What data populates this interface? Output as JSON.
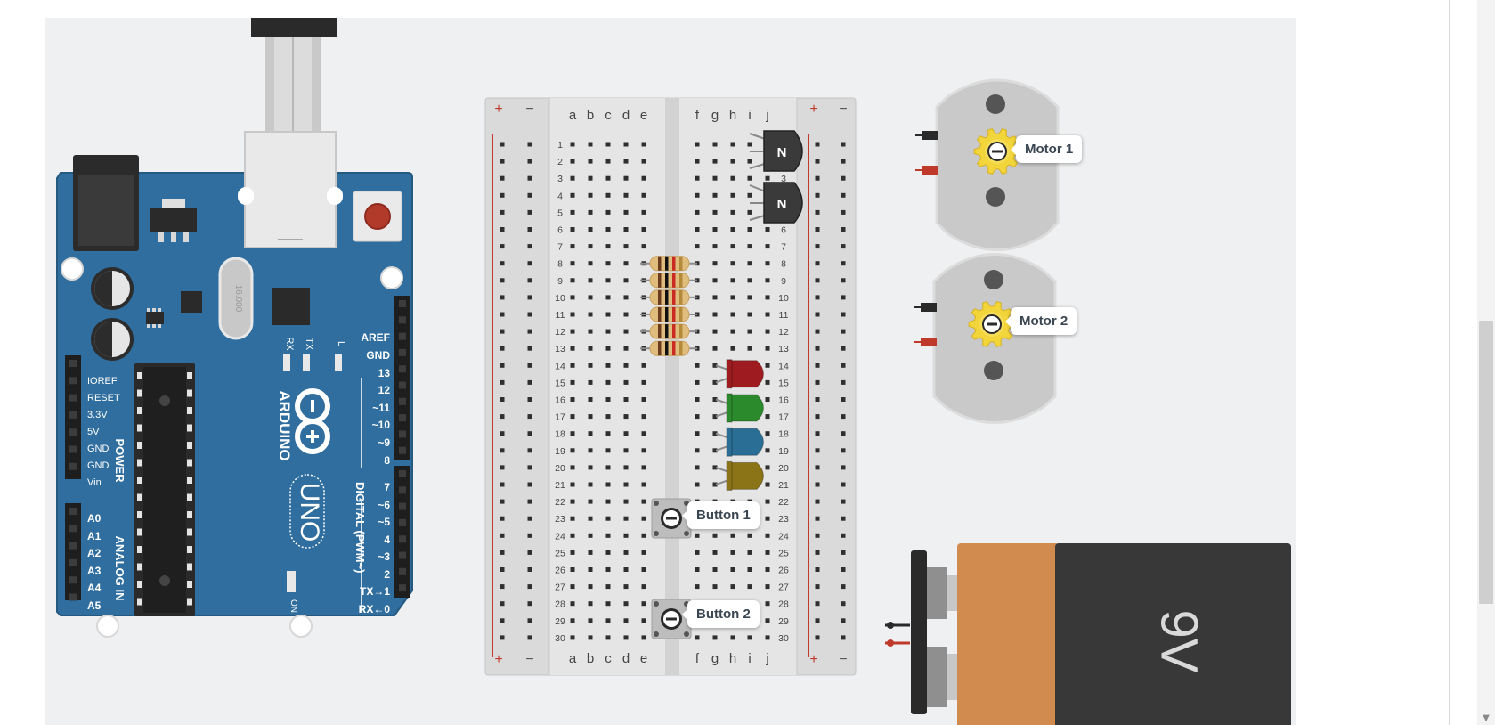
{
  "arduino": {
    "brand": "ARDUINO",
    "model": "UNO",
    "on_label": "ON",
    "crystal": "16.000",
    "leds": [
      "RX",
      "TX",
      "L"
    ],
    "power_header_title": "POWER",
    "power_pins": [
      "IOREF",
      "RESET",
      "3.3V",
      "5V",
      "GND",
      "GND",
      "Vin"
    ],
    "analog_header_title": "ANALOG IN",
    "analog_pins": [
      "A0",
      "A1",
      "A2",
      "A3",
      "A4",
      "A5"
    ],
    "digital_header_title": "DIGITAL (PWM~)",
    "digital_upper_pins": [
      "AREF",
      "GND",
      "13",
      "12",
      "~11",
      "~10",
      "~9",
      "8"
    ],
    "digital_lower_pins": [
      "7",
      "~6",
      "~5",
      "4",
      "~3",
      "2",
      "TX→1",
      "RX←0"
    ]
  },
  "breadboard": {
    "rail_plus": "+",
    "rail_minus": "−",
    "left_columns": [
      "a",
      "b",
      "c",
      "d",
      "e"
    ],
    "right_columns": [
      "f",
      "g",
      "h",
      "i",
      "j"
    ],
    "rows": 30
  },
  "components": {
    "transistor_label": "N",
    "transistor_count": 2,
    "resistor_count": 6,
    "led_colors": [
      "#9e1c1f",
      "#2b8a2b",
      "#2a6d95",
      "#8a7417"
    ],
    "button_1_label": "Button 1",
    "button_2_label": "Button 2",
    "motor_1_label": "Motor 1",
    "motor_2_label": "Motor 2",
    "battery_label": "9V"
  },
  "colors": {
    "canvas_bg": "#eef0f1",
    "arduino_board": "#2f6e9e",
    "battery_orange": "#d28b4e",
    "battery_dark": "#383838",
    "rail_red": "#c0392b"
  }
}
